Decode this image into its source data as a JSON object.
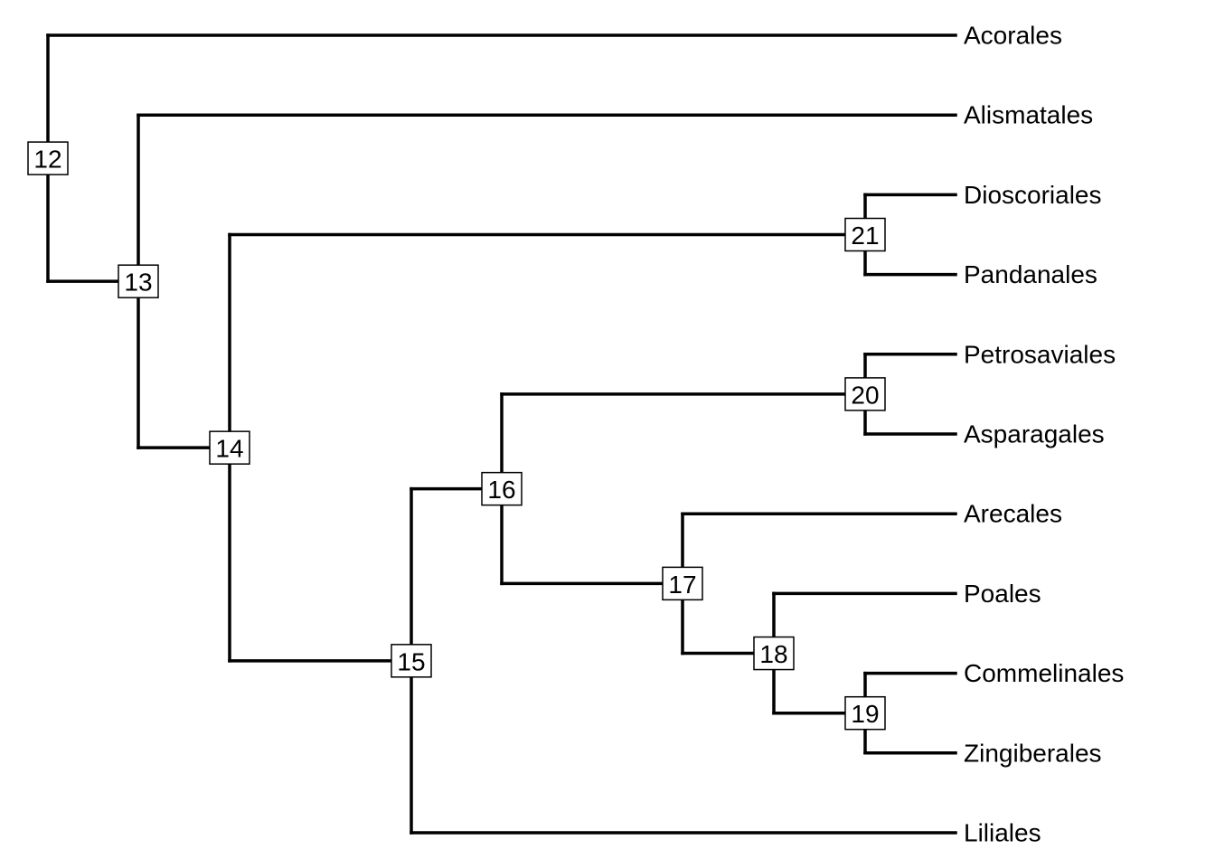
{
  "tree": {
    "tips": [
      {
        "id": "t1",
        "label": "Acorales"
      },
      {
        "id": "t2",
        "label": "Alismatales"
      },
      {
        "id": "t3",
        "label": "Dioscoriales"
      },
      {
        "id": "t4",
        "label": "Pandanales"
      },
      {
        "id": "t5",
        "label": "Petrosaviales"
      },
      {
        "id": "t6",
        "label": "Asparagales"
      },
      {
        "id": "t7",
        "label": "Arecales"
      },
      {
        "id": "t8",
        "label": "Poales"
      },
      {
        "id": "t9",
        "label": "Commelinales"
      },
      {
        "id": "t10",
        "label": "Zingiberales"
      },
      {
        "id": "t11",
        "label": "Liliales"
      }
    ],
    "nodes": [
      {
        "id": "n12",
        "label": "12",
        "children": [
          "t1",
          "n13"
        ]
      },
      {
        "id": "n13",
        "label": "13",
        "children": [
          "t2",
          "n14"
        ]
      },
      {
        "id": "n14",
        "label": "14",
        "children": [
          "n21",
          "n15"
        ]
      },
      {
        "id": "n15",
        "label": "15",
        "children": [
          "n16",
          "t11"
        ]
      },
      {
        "id": "n16",
        "label": "16",
        "children": [
          "n20",
          "n17"
        ]
      },
      {
        "id": "n17",
        "label": "17",
        "children": [
          "t7",
          "n18"
        ]
      },
      {
        "id": "n18",
        "label": "18",
        "children": [
          "t8",
          "n19"
        ]
      },
      {
        "id": "n19",
        "label": "19",
        "children": [
          "t9",
          "t10"
        ]
      },
      {
        "id": "n20",
        "label": "20",
        "children": [
          "t5",
          "t6"
        ]
      },
      {
        "id": "n21",
        "label": "21",
        "children": [
          "t3",
          "t4"
        ]
      }
    ],
    "root": "n12"
  }
}
